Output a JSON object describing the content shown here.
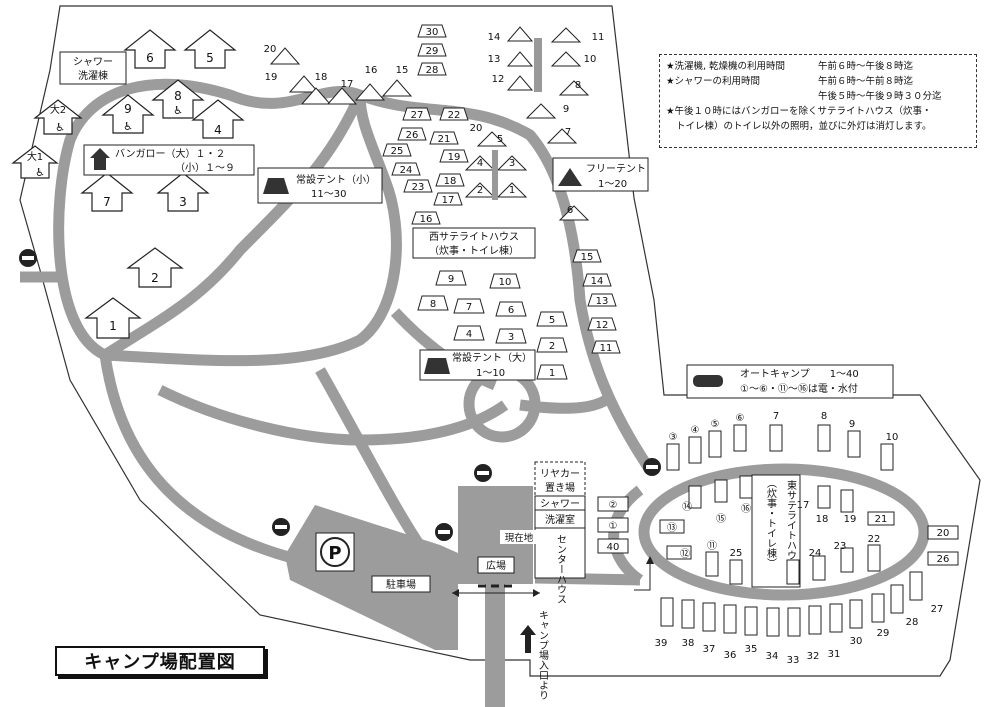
{
  "map_title": "キャンプ場配置図",
  "info": {
    "line1_label": "★洗濯機, 乾燥機の利用時間",
    "line1_value": "午前６時～午後８時迄",
    "line2_label": "★シャワーの利用時間",
    "line2_value": "午前６時～午前８時迄",
    "line3_value": "午後５時～午後９時３０分迄",
    "line4": "★午後１０時にはバンガローを除くサテライトハウス（炊事・",
    "line5": "トイレ棟）のトイレ以外の照明，並びに外灯は消灯します。"
  },
  "labels": {
    "shower_laundry_a": "シャワー",
    "shower_laundry_b": "洗濯棟",
    "bungalow_a": "バンガロー（大）１・２",
    "bungalow_b": "（小）１～９",
    "tent_small_a": "常設テント（小）",
    "tent_small_b": "11～30",
    "free_tent_a": "フリーテント",
    "free_tent_b": "1～20",
    "west_sat_a": "西サテライトハウス",
    "west_sat_b": "（炊事・トイレ棟）",
    "tent_large_a": "常設テント（大）",
    "tent_large_b": "1～10",
    "auto_camp_a": "オートキャンプ　　1～40",
    "auto_camp_b": "①～⑥・⑪～⑯は電・水付",
    "east_sat": "東サテライトハウス",
    "east_sat_sub": "（炊事・トイレ棟）",
    "rear_cart_a": "リヤカー",
    "rear_cart_b": "置き場",
    "shower_room": "シャワー",
    "laundry_room": "洗濯室",
    "center_house": "センターハウス",
    "current_location": "現在地",
    "plaza": "広場",
    "parking": "駐車場",
    "parking_icon": "P",
    "entrance": "キャンプ場入口より",
    "big1": "大1",
    "big2": "大2"
  },
  "bungalows": [
    "6",
    "5",
    "9",
    "8",
    "4",
    "7",
    "3",
    "2",
    "1"
  ],
  "tent_small": [
    "20",
    "19",
    "18",
    "17",
    "16",
    "15",
    "30",
    "29",
    "28",
    "27",
    "22",
    "26",
    "21",
    "20",
    "25",
    "19",
    "24",
    "23",
    "18",
    "17",
    "16"
  ],
  "free_tent": [
    "14",
    "13",
    "12",
    "11",
    "10",
    "9",
    "8",
    "7",
    "6",
    "5",
    "4",
    "3",
    "2",
    "1",
    "15",
    "14",
    "13",
    "12",
    "11"
  ],
  "tent_large": [
    "9",
    "10",
    "8",
    "7",
    "6",
    "5",
    "4",
    "3",
    "2",
    "1"
  ],
  "auto_numbers": [
    "③",
    "④",
    "⑤",
    "⑥",
    "7",
    "8",
    "9",
    "10",
    "⑭",
    "⑮",
    "⑯",
    "⑬",
    "⑫",
    "⑪",
    "②",
    "①",
    "40",
    "17",
    "18",
    "19",
    "21",
    "22",
    "20",
    "26",
    "25",
    "24",
    "23",
    "27",
    "28",
    "29",
    "30",
    "31",
    "32",
    "33",
    "34",
    "35",
    "36",
    "37",
    "38",
    "39"
  ]
}
